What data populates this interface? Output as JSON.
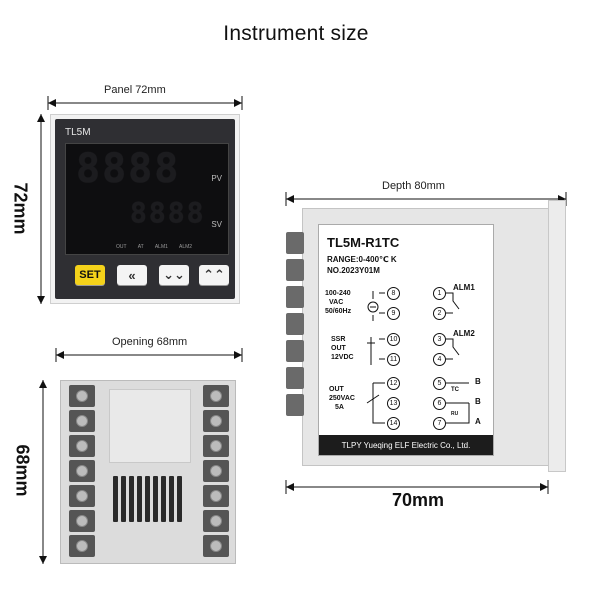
{
  "title": "Instrument size",
  "front": {
    "panel_label": "Panel 72mm",
    "height_label": "72mm",
    "model": "TL5M",
    "pv": "PV",
    "sv": "SV",
    "display_top": "8888",
    "display_bottom": "8888",
    "leds": [
      "OUT",
      "AT",
      "ALM1",
      "ALM2"
    ],
    "buttons": {
      "set": "SET",
      "left": "«",
      "down": "⌄⌄",
      "up": "⌃⌃"
    }
  },
  "back": {
    "opening_label": "Opening 68mm",
    "height_label": "68mm"
  },
  "side": {
    "depth_label": "Depth 80mm",
    "width_label": "70mm",
    "model": "TL5M-R1TC",
    "range": "RANGE:0-400℃  K",
    "number": "NO.2023Y01M",
    "power": [
      "100-240",
      "VAC",
      "50/60Hz"
    ],
    "ssr": [
      "SSR",
      "OUT",
      "12VDC"
    ],
    "out": [
      "OUT",
      "250VAC",
      "5A"
    ],
    "alm1": "ALM1",
    "alm2": "ALM2",
    "tc": "TC",
    "ru": "RU",
    "term_b1": "B",
    "term_b2": "B",
    "term_a": "A",
    "left_terms": [
      "8",
      "9",
      "10",
      "11",
      "12",
      "13",
      "14"
    ],
    "right_terms": [
      "1",
      "2",
      "3",
      "4",
      "5",
      "6",
      "7"
    ],
    "company": "TLPY Yueqing ELF Electric Co., Ltd."
  }
}
